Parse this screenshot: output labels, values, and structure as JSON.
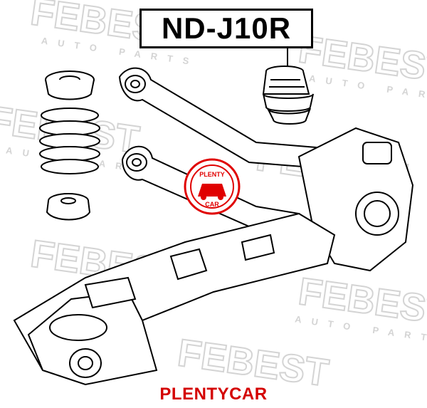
{
  "part_number": "ND-J10R",
  "footer_brand": "PLENTYCAR",
  "watermark": {
    "brand": "FEBEST",
    "sub": "AUTO PARTS",
    "color": "#d8d8d8"
  },
  "stamp": {
    "top": "PLENTY",
    "bottom": "CAR",
    "color": "#e00000"
  },
  "colors": {
    "line": "#000000",
    "accent": "#d40000",
    "background": "#ffffff"
  }
}
